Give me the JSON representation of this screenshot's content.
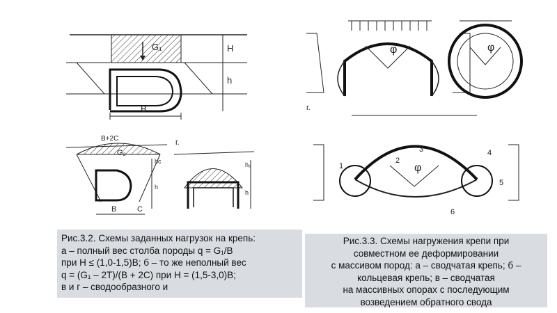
{
  "figure_left": {
    "labels": {
      "G1": "G₁",
      "G2": "G₂",
      "H": "H",
      "h": "h",
      "B": "B",
      "B2C": "B+2C",
      "hc": "hc",
      "hb": "h₆",
      "h2": "h",
      "h3": "h",
      "B_small": "B",
      "C": "C",
      "g": "г."
    }
  },
  "figure_right": {
    "labels": {
      "phi1": "φ",
      "phi2": "φ",
      "phi3": "φ",
      "g": "г.",
      "n1": "1",
      "n2": "2",
      "n3": "3",
      "n4": "4",
      "n5": "5",
      "n6": "6"
    }
  },
  "caption_left": {
    "lines": [
      "Рис.3.2. Схемы заданных нагрузок на крепь:",
      "а – полный вес столба породы q = G₁/B",
      "при H ≤ (1,0-1,5)B; б – то же неполный вес",
      "q = (G₁ – 2T)/(B + 2C) при H = (1,5-3,0)B;",
      "в и г – сводообразного и"
    ]
  },
  "caption_right": {
    "lines": [
      "Рис.3.3. Схемы нагружения крепи при",
      "совместном ее деформировании",
      "с массивом пород: а – сводчатая крепь; б –",
      "кольцевая крепь; в – сводчатая",
      "на массивных опорах с последующим",
      "возведением обратного свода"
    ]
  }
}
